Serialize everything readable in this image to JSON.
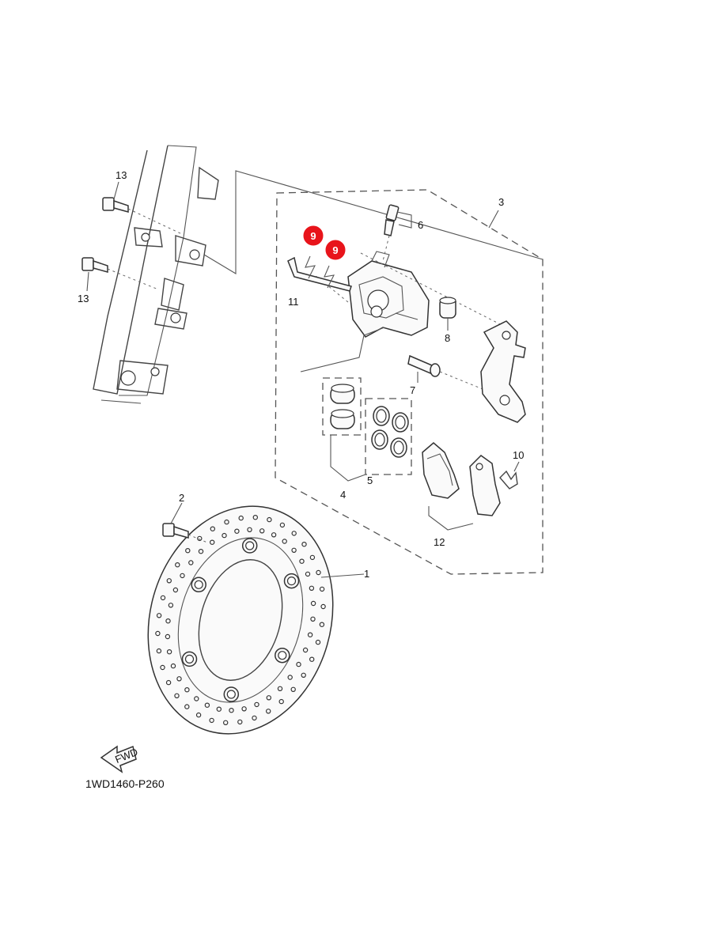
{
  "diagram": {
    "part_numbers": {
      "p1": "1",
      "p2": "2",
      "p3": "3",
      "p4": "4",
      "p5": "5",
      "p6": "6",
      "p7": "7",
      "p8": "8",
      "p10": "10",
      "p11": "11",
      "p12": "12",
      "p13a": "13",
      "p13b": "13"
    },
    "highlighted_callouts": [
      {
        "label": "9"
      },
      {
        "label": "9"
      }
    ],
    "highlight_color": "#e8141b",
    "fwd_label": "FWD",
    "drawing_code": "1WD1460-P260"
  }
}
